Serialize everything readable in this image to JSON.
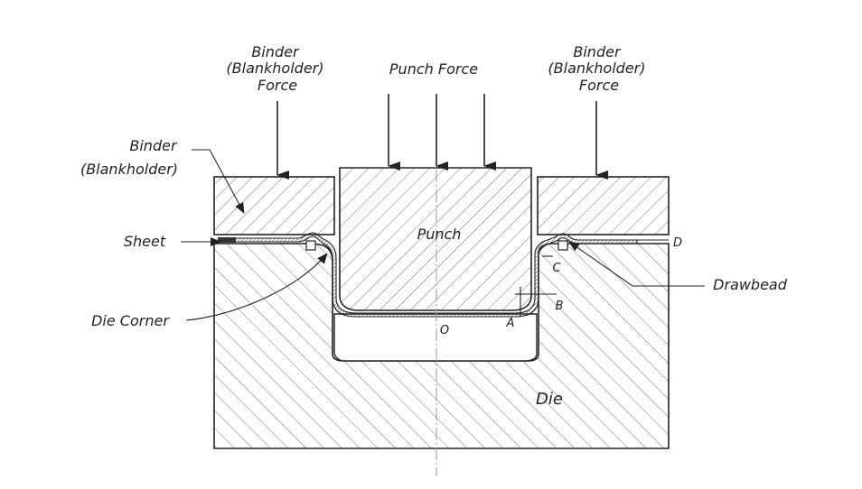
{
  "labels": {
    "binder_force_left": [
      "Binder",
      "(Blankholder)",
      "Force"
    ],
    "binder_force_right": [
      "Binder",
      "(Blankholder)",
      "Force"
    ],
    "punch_force": "Punch Force",
    "binder": [
      "Binder",
      "(Blankholder)"
    ],
    "sheet": "Sheet",
    "punch": "Punch",
    "die": "Die",
    "die_corner": "Die Corner",
    "drawbead": "Drawbead",
    "point_o": "O",
    "point_a": "A",
    "point_b": "B",
    "point_c": "C",
    "point_d": "D"
  },
  "colors": {
    "line": "#222222",
    "hatch": "#6a6a6a",
    "sheet_fill": "#9a9a9a",
    "background": "#ffffff"
  }
}
